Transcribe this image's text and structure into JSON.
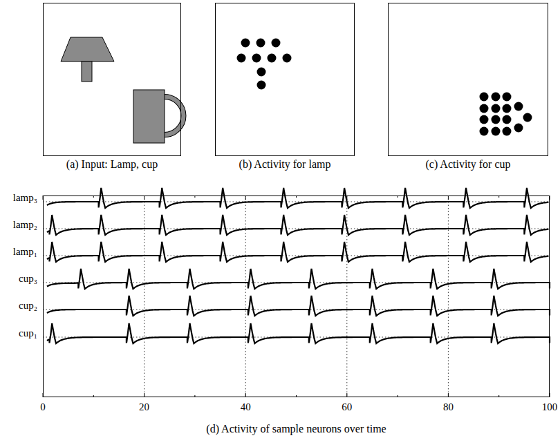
{
  "diagram": {
    "nodes": [
      {
        "text": [
          "(a) Input: Lamp, cup"
        ]
      },
      {
        "text": [
          "(b) Activity for lamp"
        ]
      },
      {
        "text": [
          "(c) Activity for cup"
        ]
      },
      {
        "text": [
          "(d) Activity of sample neurons over time"
        ]
      }
    ],
    "labels": [
      "lamp₃",
      "lamp₂",
      "lamp₁",
      "cup₃",
      "cup₂",
      "cup₁",
      "0",
      "20",
      "40",
      "60",
      "80",
      "100"
    ]
  }
}
